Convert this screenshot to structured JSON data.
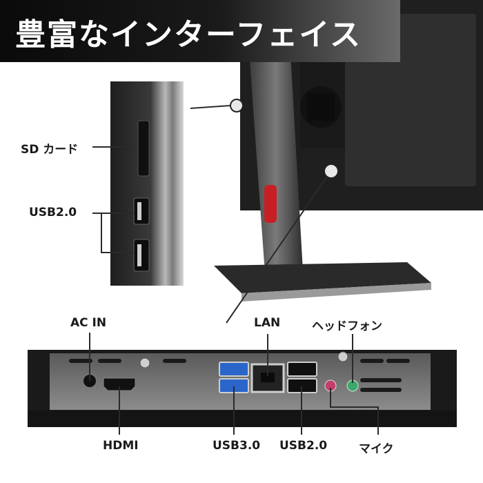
{
  "title": "豊富なインターフェイス",
  "side_labels": {
    "sd_card": "SD カード",
    "usb20_side": "USB2.0"
  },
  "rear_labels": {
    "ac_in": "AC IN",
    "lan": "LAN",
    "headphone": "ヘッドフォン",
    "hdmi": "HDMI",
    "usb30": "USB3.0",
    "usb20_rear": "USB2.0",
    "mic": "マイク"
  },
  "colors": {
    "monitor_body": "#2b2b2b",
    "usb3_port": "#2a66c9",
    "mic_port": "#c2406a",
    "headphone_port": "#3aa96a",
    "accent_red": "#c81f24"
  }
}
